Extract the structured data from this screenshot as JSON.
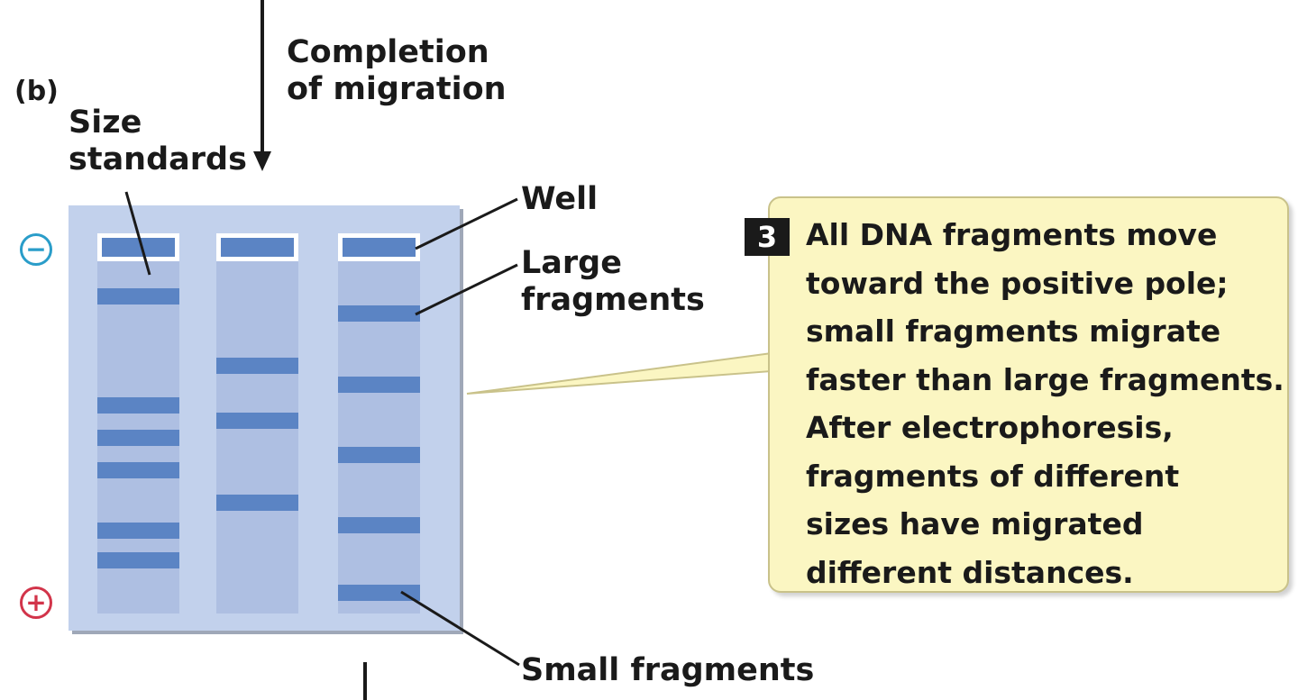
{
  "panel_label": "(b)",
  "labels": {
    "migration": "Completion\nof migration",
    "size_standards": "Size\nstandards",
    "well": "Well",
    "large_fragments": "Large\nfragments",
    "small_fragments": "Small fragments"
  },
  "poles": {
    "negative_symbol": "−",
    "positive_symbol": "+"
  },
  "callout": {
    "step_number": "3",
    "text": "All DNA fragments move\ntoward the positive pole;\nsmall fragments migrate\nfaster than large fragments.\nAfter electrophoresis,\nfragments of different\nsizes have migrated\ndifferent distances."
  },
  "colors": {
    "gel_background": "#c2d1ec",
    "lane": "#aebfe2",
    "band": "#5b84c4",
    "callout_fill": "#fbf6c2",
    "negative_pole": "#2a9dc9",
    "positive_pole": "#d2344a"
  },
  "gel": {
    "lanes": [
      {
        "name": "size-standards-lane",
        "band_count": 6
      },
      {
        "name": "sample-lane-2",
        "band_count": 3
      },
      {
        "name": "sample-lane-3",
        "band_count": 5
      }
    ]
  }
}
